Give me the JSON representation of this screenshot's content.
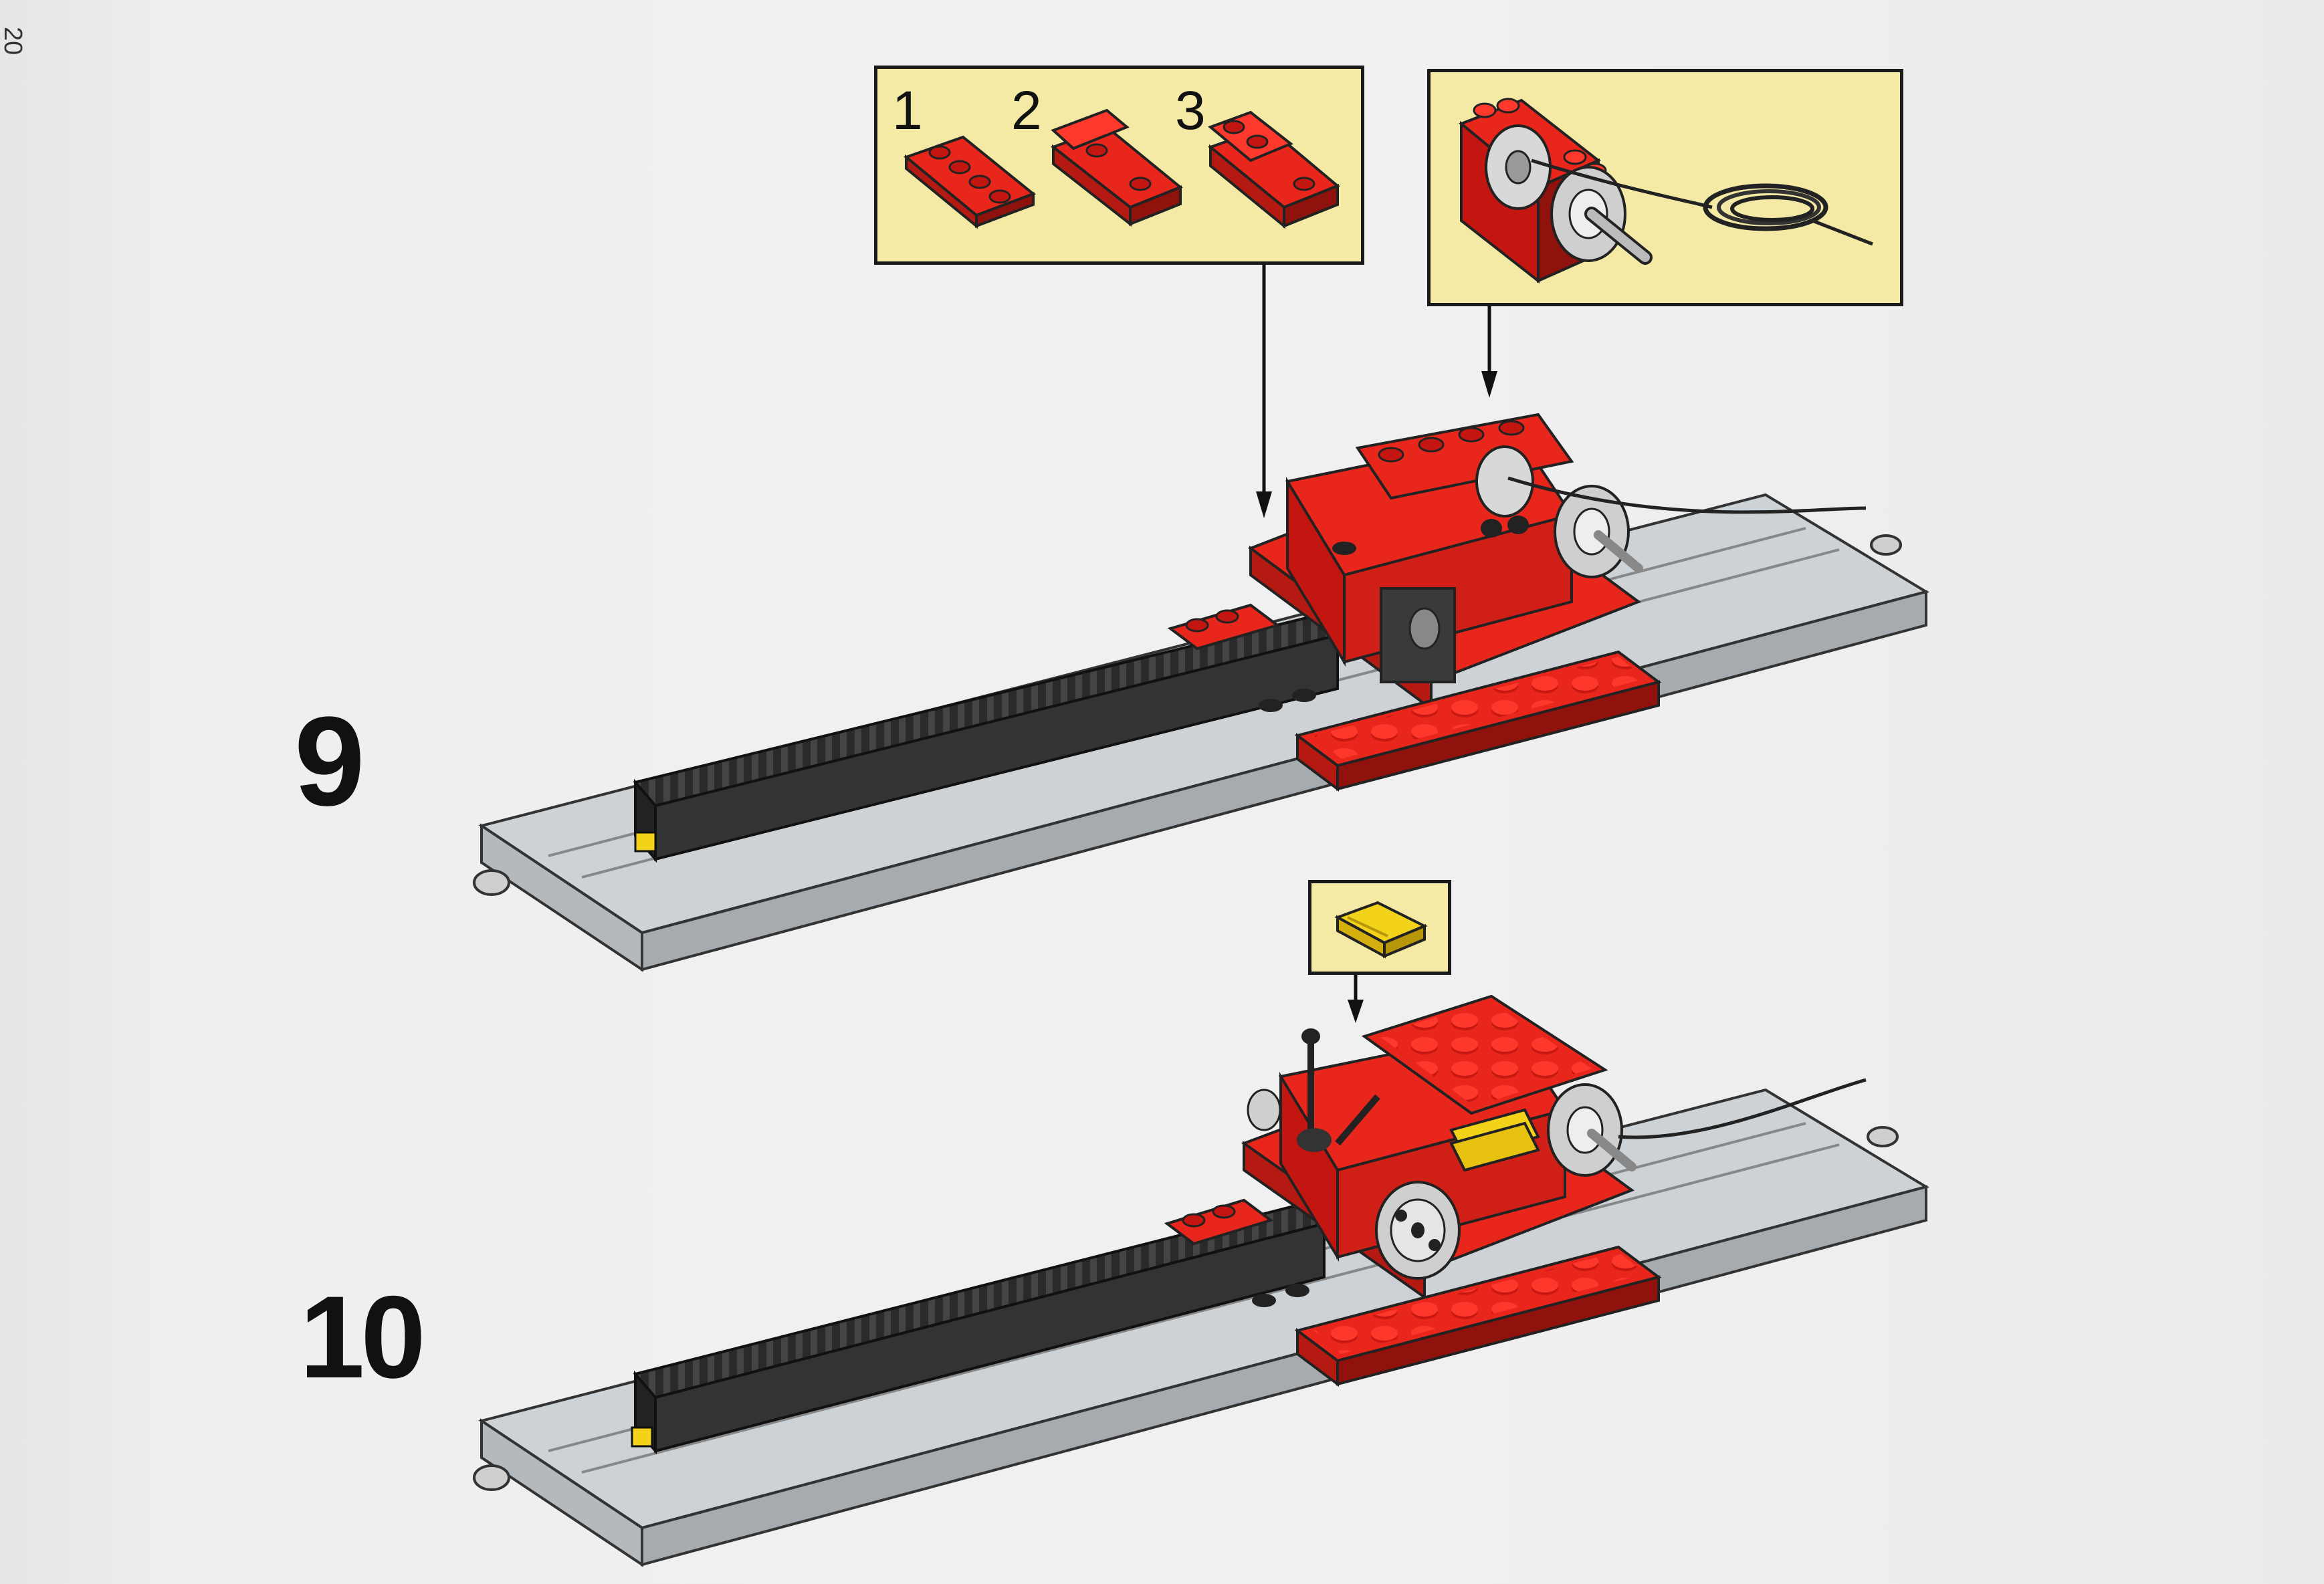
{
  "page": {
    "number": "20"
  },
  "steps": [
    {
      "number": "9",
      "callouts": [
        {
          "kind": "sub-assembly",
          "labels": [
            "1",
            "2",
            "3"
          ]
        },
        {
          "kind": "winch-part"
        }
      ]
    },
    {
      "number": "10",
      "callouts": [
        {
          "kind": "yellow-tile-part"
        }
      ]
    }
  ],
  "colors": {
    "paper": "#efefef",
    "callout_bg": "#f4eaa6",
    "brick_red": "#e8261c",
    "base_gray": "#c9ced3",
    "rack_black": "#2a2a2a",
    "accent_yellow": "#f3d21a"
  }
}
